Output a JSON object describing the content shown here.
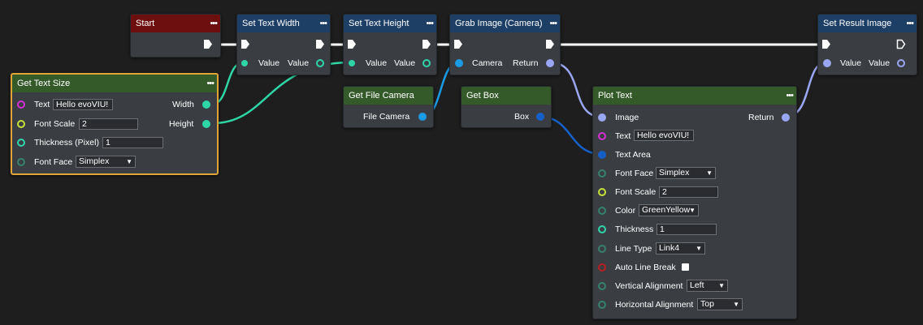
{
  "colors": {
    "background": "#1e1e1e",
    "node_body": "#3a3d42",
    "header_blue": "#1d3f66",
    "header_green": "#355a2a",
    "header_red": "#6e0f0f",
    "selection": "#e0a437",
    "wire_exec": "#ffffff",
    "wire_teal": "#2fd6a5",
    "wire_blue": "#1a9be6",
    "wire_darkblue": "#1560c8",
    "wire_lavender": "#9aa6f2"
  },
  "nodes": {
    "start": {
      "title": "Start"
    },
    "set_text_width": {
      "title": "Set Text Width",
      "in_label": "Value",
      "out_label": "Value"
    },
    "set_text_height": {
      "title": "Set Text Height",
      "in_label": "Value",
      "out_label": "Value"
    },
    "grab_image": {
      "title": "Grab Image (Camera)",
      "in_label": "Camera",
      "out_label": "Return"
    },
    "set_result_image": {
      "title": "Set Result Image",
      "in_label": "Value",
      "out_label": "Value"
    },
    "get_text_size": {
      "title": "Get Text Size",
      "text_label": "Text",
      "text_value": "Hello evoVIU!",
      "scale_label": "Font Scale",
      "scale_value": "2",
      "thickness_label": "Thickness (Pixel)",
      "thickness_value": "1",
      "face_label": "Font Face",
      "face_value": "Simplex",
      "width_label": "Width",
      "height_label": "Height"
    },
    "get_file_camera": {
      "title": "Get File Camera",
      "out_label": "File Camera"
    },
    "get_box": {
      "title": "Get Box",
      "out_label": "Box"
    },
    "plot_text": {
      "title": "Plot Text",
      "image_label": "Image",
      "return_label": "Return",
      "text_label": "Text",
      "text_value": "Hello evoVIU!",
      "area_label": "Text Area",
      "face_label": "Font Face",
      "face_value": "Simplex",
      "scale_label": "Font Scale",
      "scale_value": "2",
      "color_label": "Color",
      "color_value": "GreenYellow",
      "thickness_label": "Thickness",
      "thickness_value": "1",
      "linetype_label": "Line Type",
      "linetype_value": "Link4",
      "autobreak_label": "Auto Line Break",
      "valign_label": "Vertical Alignment",
      "valign_value": "Left",
      "halign_label": "Horizontal Alignment",
      "halign_value": "Top"
    }
  }
}
